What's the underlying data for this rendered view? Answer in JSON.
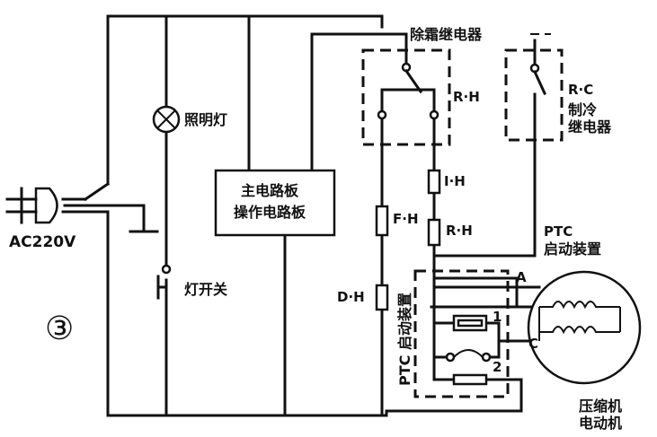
{
  "labels": {
    "lamp": "照明灯",
    "lamp_switch": "灯开关",
    "power": "AC220V",
    "board_line1": "主电路板",
    "board_line2": "操作电路板",
    "defrost_relay": "除霜继电器",
    "rh_relay": "R·H",
    "rc": "R·C",
    "cool_relay_1": "制冷",
    "cool_relay_2": "继电器",
    "ih": "I·H",
    "fh": "F·H",
    "rh_heater": "R·H",
    "dh": "D·H",
    "ptc_top_1": "PTC",
    "ptc_top_2": "启动装置",
    "ptc_side": "PTC 启动装置",
    "node_a": "A",
    "node_1": "1",
    "node_2": "2",
    "node_c": "C",
    "motor_1": "压缩机",
    "motor_2": "电动机",
    "figure_number": "③"
  }
}
